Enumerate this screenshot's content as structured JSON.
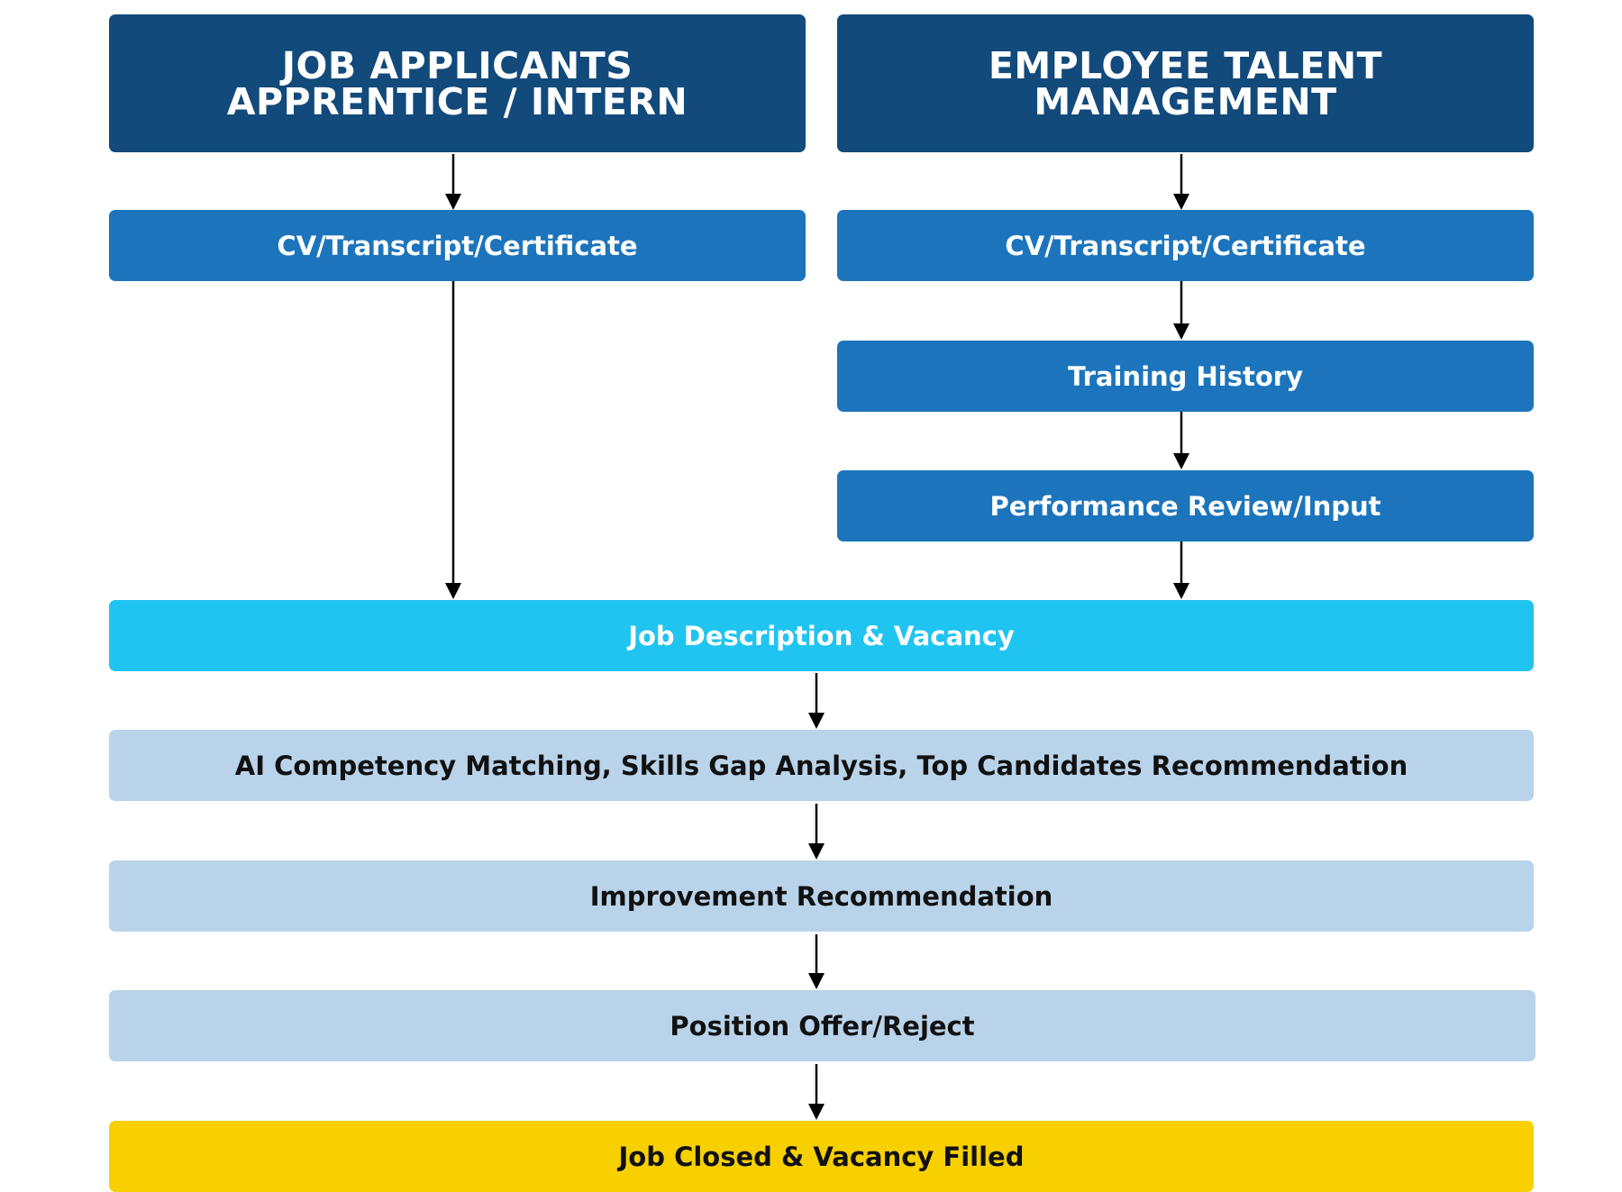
{
  "headers": {
    "left": {
      "line1": "JOB APPLICANTS",
      "line2": "APPRENTICE / INTERN"
    },
    "right": {
      "line1": "EMPLOYEE TALENT",
      "line2": "MANAGEMENT"
    }
  },
  "left_column": {
    "documents": "CV/Transcript/Certificate"
  },
  "right_column": {
    "documents": "CV/Transcript/Certificate",
    "training": "Training History",
    "performance": "Performance Review/Input"
  },
  "flow": {
    "job_description": "Job Description & Vacancy",
    "ai_matching": "AI Competency Matching, Skills Gap Analysis, Top Candidates Recommendation",
    "improvement": "Improvement Recommendation",
    "offer": "Position Offer/Reject",
    "closed": "Job Closed & Vacancy Filled"
  },
  "colors": {
    "header": "#124a7c",
    "step": "#1c75bc",
    "job_description": "#20c4f0",
    "analysis": "#b9d3ea",
    "final": "#f8d000"
  }
}
